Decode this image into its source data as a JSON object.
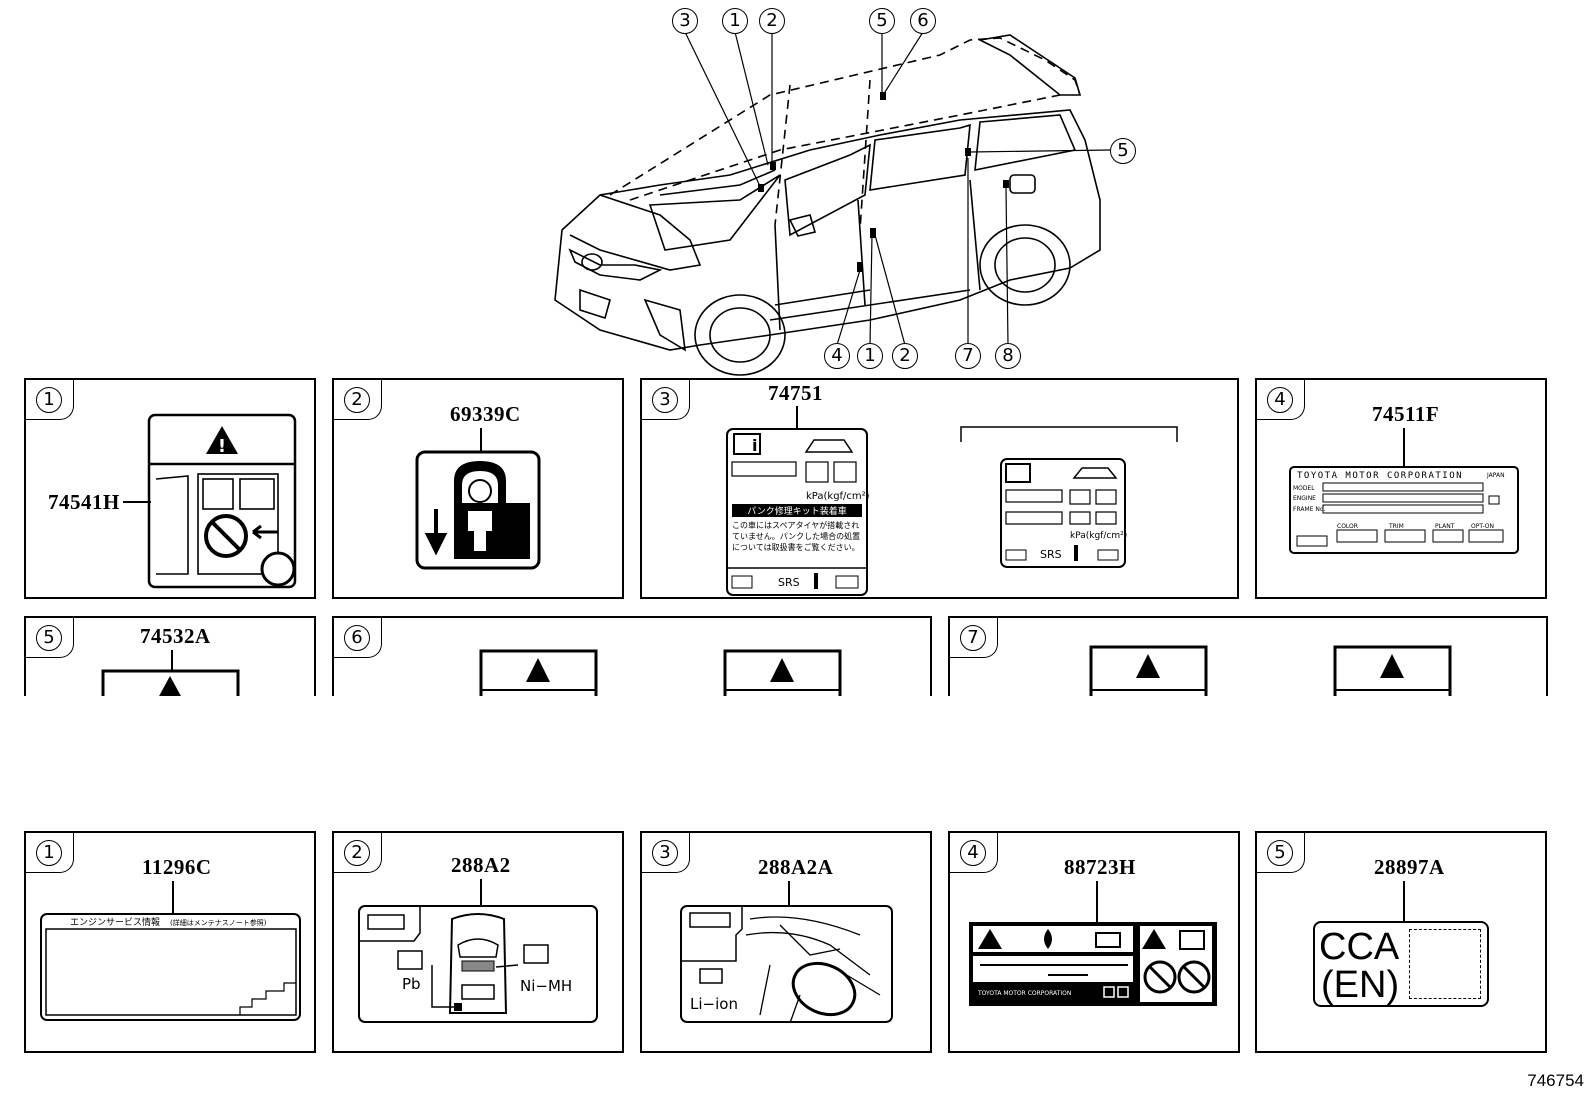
{
  "diagram": {
    "car_callouts": {
      "top": [
        "3",
        "1",
        "2",
        "5",
        "6"
      ],
      "right": [
        "5"
      ],
      "bottom": [
        "4",
        "1",
        "2",
        "7",
        "8"
      ]
    },
    "panels_row1": [
      {
        "index": "1",
        "part": "74541H"
      },
      {
        "index": "2",
        "part": "69339C"
      },
      {
        "index": "3",
        "part": "74751",
        "label_line1": "kPa(kgf/cm²)",
        "label_jp_title": "パンク修理キット装着車",
        "label_jp_body": "この車にはスペアタイヤが搭載されていません。パンクした場合の処置については取扱書をご覧ください。",
        "label_srs": "SRS",
        "label2_unit": "kPa(kgf/cm²)",
        "label2_srs": "SRS"
      },
      {
        "index": "4",
        "part": "74511F",
        "label_title": "TOYOTA MOTOR CORPORATION",
        "label_country": "JAPAN",
        "label_model": "MODEL",
        "label_engine": "ENGINE",
        "label_frame": "FRAME No.",
        "label_color": "COLOR",
        "label_trim": "TRIM",
        "label_plant": "PLANT",
        "label_option": "OPT-ON"
      }
    ],
    "panels_row2": [
      {
        "index": "5",
        "part": "74532A"
      },
      {
        "index": "6"
      },
      {
        "index": "7"
      }
    ],
    "panels_row3": [
      {
        "index": "1",
        "part": "11296C",
        "label_title": "エンジンサービス情報",
        "label_sub": "(詳細はメンテナスノート参照)"
      },
      {
        "index": "2",
        "part": "288A2",
        "label_pb": "Pb",
        "label_nimh": "Ni−MH"
      },
      {
        "index": "3",
        "part": "288A2A",
        "label_liion": "Li−ion"
      },
      {
        "index": "4",
        "part": "88723H",
        "label_corp": "TOYOTA MOTOR CORPORATION"
      },
      {
        "index": "5",
        "part": "28897A",
        "label_cca": "CCA",
        "label_en": "(EN)"
      }
    ],
    "figure_number": "746754"
  }
}
